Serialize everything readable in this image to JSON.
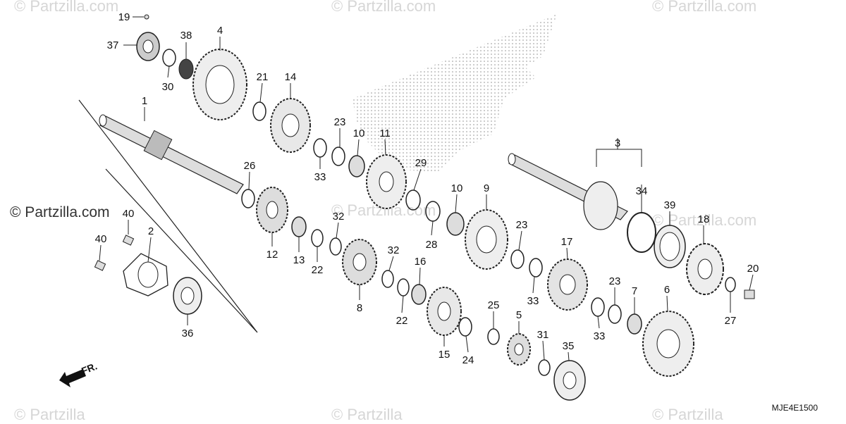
{
  "watermarks": {
    "top_left": "© Partzilla.com",
    "top_mid": "© Partzilla.com",
    "top_right": "© Partzilla.com",
    "mid_left": "© Partzilla.com",
    "mid_center": "© Partzilla.com",
    "mid_right": "© Partzilla.com",
    "bottom_left": "© Partzilla",
    "bottom_mid": "© Partzilla",
    "bottom_right": "© Partzilla"
  },
  "diagram_code": "MJE4E1500",
  "direction_label": "FR.",
  "colors": {
    "line": "#222222",
    "watermark": "#d6d6d6",
    "wing_dots": "#bdbdbd"
  },
  "callouts": {
    "c19": "19",
    "c37": "37",
    "c38": "38",
    "c4": "4",
    "c30": "30",
    "c1": "1",
    "c21": "21",
    "c14": "14",
    "c23a": "23",
    "c10a": "10",
    "c11": "11",
    "c33a": "33",
    "c26": "26",
    "c29": "29",
    "c10b": "10",
    "c9": "9",
    "c3": "3",
    "c34": "34",
    "c39": "39",
    "c18": "18",
    "c40a": "40",
    "c40b": "40",
    "c2": "2",
    "c32a": "32",
    "c12": "12",
    "c13": "13",
    "c22a": "22",
    "c28": "28",
    "c23b": "23",
    "c17": "17",
    "c32b": "32",
    "c8": "8",
    "c16": "16",
    "c22b": "22",
    "c33b": "33",
    "c23c": "23",
    "c7": "7",
    "c6": "6",
    "c20": "20",
    "c27": "27",
    "c36": "36",
    "c25": "25",
    "c5": "5",
    "c15": "15",
    "c24": "24",
    "c31": "31",
    "c35": "35",
    "c33c": "33"
  }
}
